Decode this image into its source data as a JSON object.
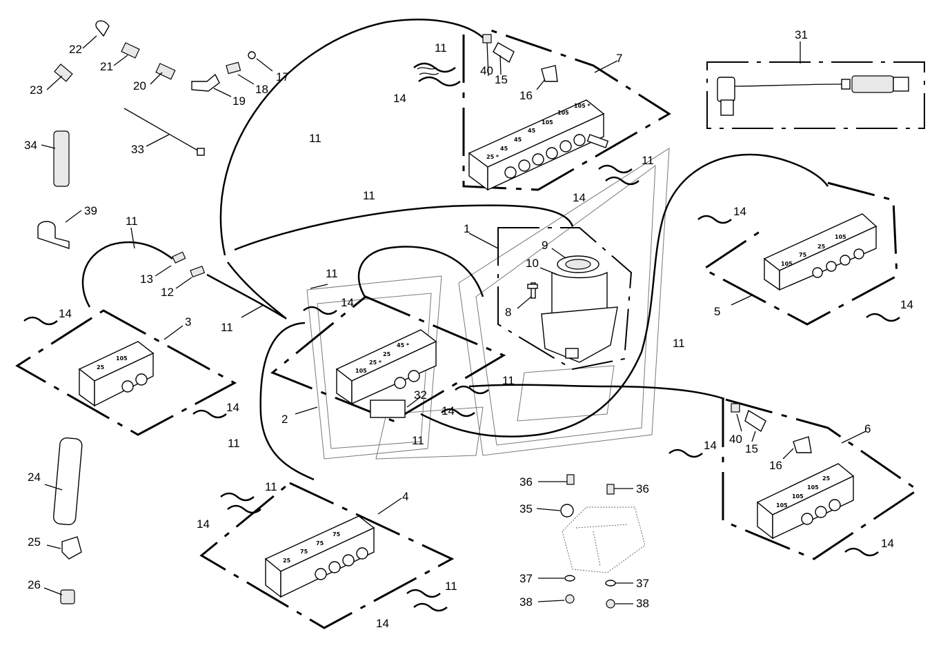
{
  "labels": {
    "p1": "1",
    "p2": "2",
    "p3": "3",
    "p4": "4",
    "p5": "5",
    "p6": "6",
    "p7": "7",
    "p8": "8",
    "p9": "9",
    "p10": "10",
    "p11": "11",
    "p12": "12",
    "p13": "13",
    "p14": "14",
    "p15": "15",
    "p16": "16",
    "p17": "17",
    "p18": "18",
    "p19": "19",
    "p20": "20",
    "p21": "21",
    "p22": "22",
    "p23": "23",
    "p24": "24",
    "p25": "25",
    "p26": "26",
    "p31": "31",
    "p32": "32",
    "p33": "33",
    "p34": "34",
    "p35": "35",
    "p36": "36",
    "p37": "37",
    "p38": "38",
    "p39": "39",
    "p40": "40"
  },
  "block_marks": {
    "m25": "25",
    "m45": "45",
    "m75": "75",
    "m105": "105",
    "m25s": "25 *",
    "m45s": "45 *",
    "m105s": "105 *"
  }
}
